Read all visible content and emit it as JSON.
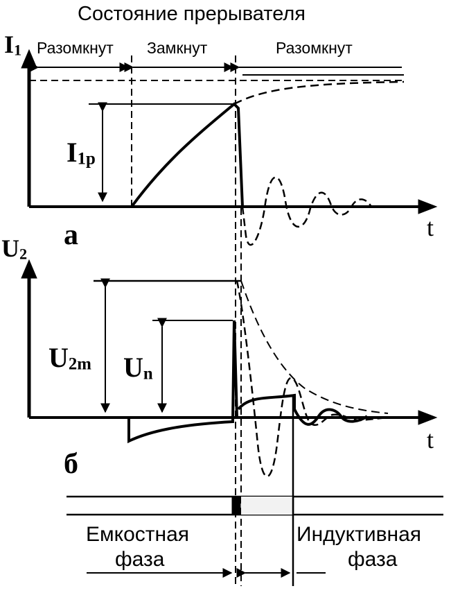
{
  "title": "Состояние прерывателя",
  "states": {
    "open1": "Разомкнут",
    "closed": "Замкнут",
    "open2": "Разомкнут"
  },
  "panel_a": {
    "axis_label": {
      "main": "I",
      "sub": "1"
    },
    "label": {
      "main": "I",
      "sub": "1p"
    },
    "marker": "а",
    "time_label": "t"
  },
  "panel_b": {
    "axis_label": {
      "main": "U",
      "sub": "2"
    },
    "u2m": {
      "main": "U",
      "sub": "2m"
    },
    "un": {
      "main": "U",
      "sub": "n"
    },
    "marker": "б",
    "time_label": "t"
  },
  "phases": {
    "capacitive": {
      "line1": "Емкостная",
      "line2": "фаза"
    },
    "inductive": {
      "line1": "Индуктивная",
      "line2": "фаза"
    }
  },
  "colors": {
    "ink": "#000000",
    "background": "#ffffff"
  }
}
